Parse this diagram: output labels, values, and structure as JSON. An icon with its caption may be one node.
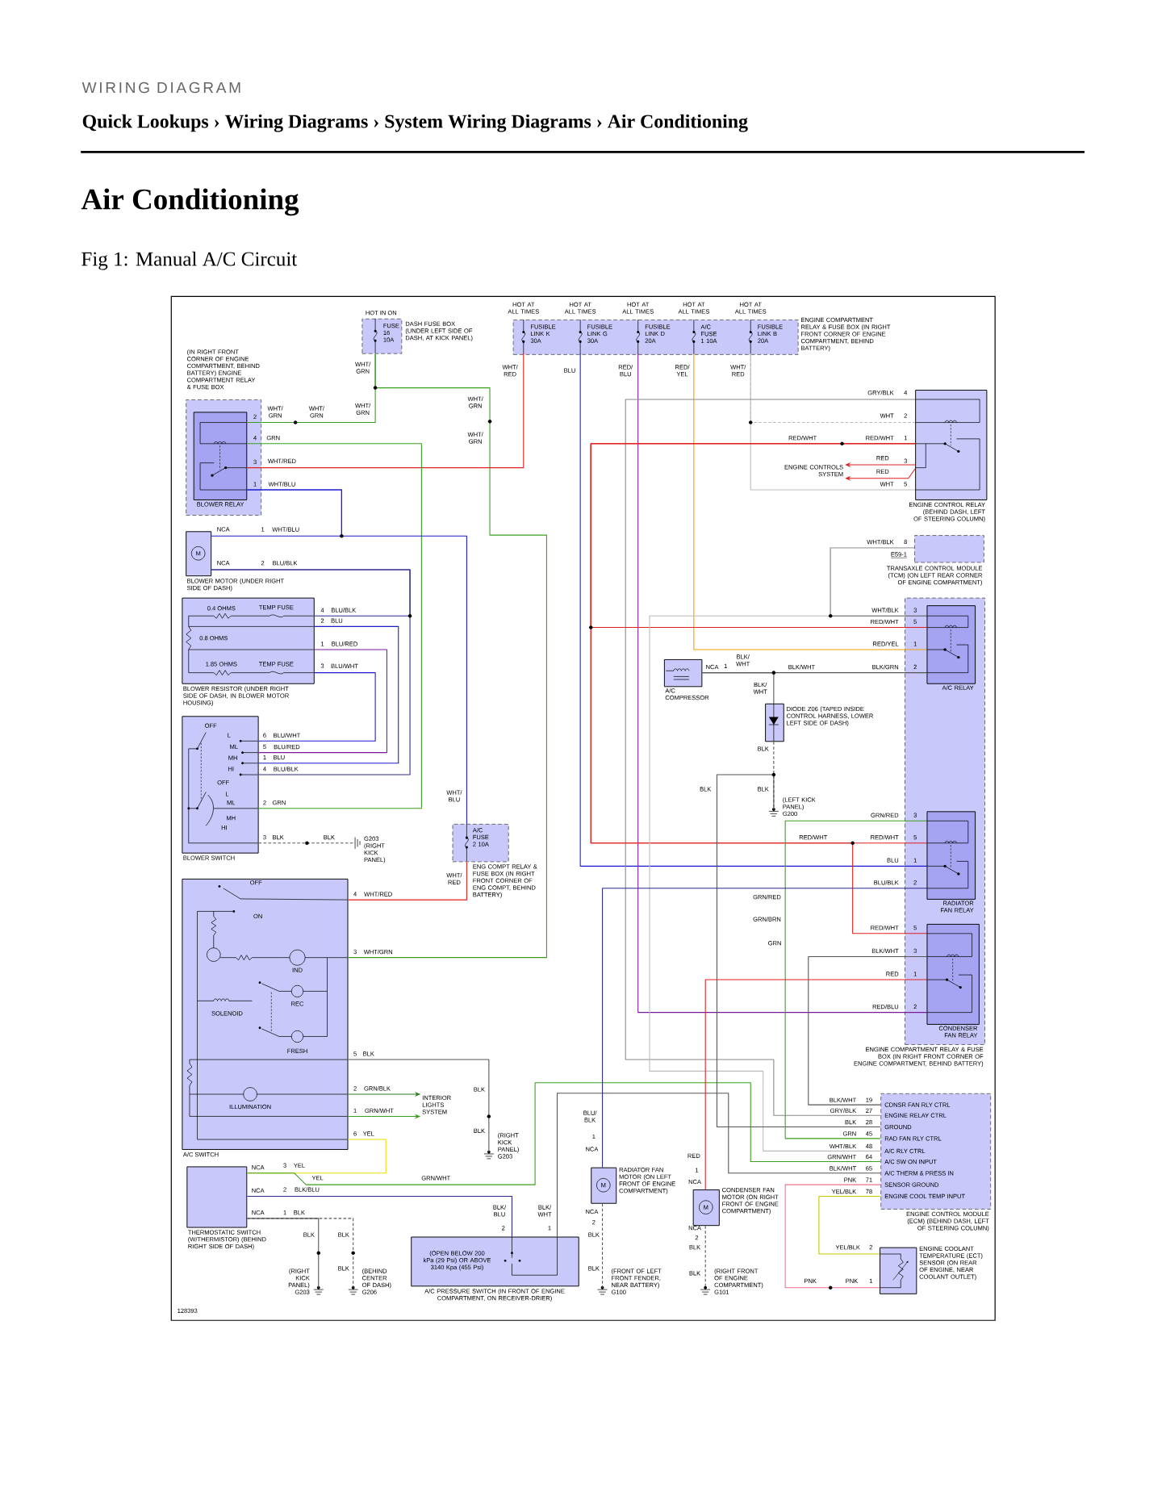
{
  "diagram": {
    "title": "Air Conditioning",
    "caption": "Fig 1: Manual A/C Circuit",
    "nodes": [
      {
        "text": [
          "FUSE 16 10A",
          "DASH FUSE BOX (UNDER LEFT SIDE OF DASH, AT KICK PANEL)"
        ],
        "beside": [
          "HOT IN ON"
        ]
      },
      {
        "text": [
          "ENGINE COMPARTMENT RELAY & FUSE BOX (IN RIGHT FRONT CORNER OF ENGINE COMPARTMENT, BEHIND BATTERY)"
        ]
      },
      {
        "text": [
          "FUSIBLE LINK K 30A"
        ],
        "in": 1,
        "beside": [
          "HOT AT ALL TIMES"
        ]
      },
      {
        "text": [
          "FUSIBLE LINK G 30A"
        ],
        "in": 1,
        "beside": [
          "HOT AT ALL TIMES"
        ]
      },
      {
        "text": [
          "FUSIBLE LINK D 20A"
        ],
        "in": 1,
        "beside": [
          "HOT AT ALL TIMES"
        ]
      },
      {
        "text": [
          "A/C FUSE 1 10A"
        ],
        "in": 1,
        "beside": [
          "HOT AT ALL TIMES"
        ]
      },
      {
        "text": [
          "FUSIBLE LINK B 20A"
        ],
        "in": 1,
        "beside": [
          "HOT AT ALL TIMES"
        ]
      },
      {
        "text": [
          "(IN RIGHT FRONT CORNER OF ENGINE COMPARTMENT, BEHIND BATTERY) ENGINE COMPARTMENT RELAY & FUSE BOX"
        ]
      },
      {
        "text": [
          "BLOWER RELAY"
        ],
        "in": 7
      },
      {
        "text": [
          "M",
          "BLOWER MOTOR (UNDER RIGHT SIDE OF DASH)"
        ]
      },
      {
        "text": [
          "0.4 OHMS",
          "TEMP FUSE",
          "0.8 OHMS",
          "1.85 OHMS",
          "TEMP FUSE",
          "BLOWER RESISTOR (UNDER RIGHT SIDE OF DASH, IN BLOWER MOTOR HOUSING)"
        ]
      },
      {
        "text": [
          "OFF",
          "L",
          "ML",
          "MH",
          "HI",
          "OFF",
          "L",
          "ML",
          "MH",
          "HI",
          "BLOWER SWITCH"
        ]
      },
      {
        "text": [
          "A/C FUSE 2 10A",
          "ENG COMPT RELAY & FUSE BOX (IN RIGHT FRONT CORNER OF ENG COMPT, BEHIND BATTERY)"
        ]
      },
      {
        "text": [
          "OFF",
          "ON",
          "IND",
          "REC",
          "SOLENOID",
          "FRESH",
          "ILLUMINATION",
          "A/C SWITCH"
        ]
      },
      {
        "text": [
          "THERMOSTATIC SWITCH (W/THERMISTOR) (BEHIND RIGHT SIDE OF DASH)"
        ]
      },
      {
        "text": [
          "(OPEN BELOW 200 kPa (29 Psi) OR ABOVE 3140 Kpa (455 Psi)",
          "A/C PRESSURE SWITCH (IN FRONT OF ENGINE COMPARTMENT, ON RECEIVER-DRIER)"
        ]
      },
      {
        "text": [
          "INTERIOR LIGHTS SYSTEM"
        ]
      },
      {
        "text": [
          "G203",
          "(RIGHT KICK PANEL)"
        ]
      },
      {
        "text": [
          "(RIGHT KICK PANEL)",
          "G203"
        ]
      },
      {
        "text": [
          "(RIGHT KICK PANEL)",
          "G203"
        ]
      },
      {
        "text": [
          "(BEHIND CENTER OF DASH)",
          "G206"
        ]
      },
      {
        "text": [
          "ENGINE CONTROL RELAY (BEHIND DASH, LEFT OF STEERING COLUMN)"
        ]
      },
      {
        "text": [
          "ENGINE CONTROLS SYSTEM"
        ]
      },
      {
        "text": [
          "TRANSAXLE CONTROL MODULE (TCM) (ON LEFT REAR CORNER OF ENGINE COMPARTMENT)"
        ]
      },
      {
        "text": [
          "ENGINE COMPARTMENT RELAY & FUSE BOX (IN RIGHT FRONT CORNER OF ENGINE COMPARTMENT, BEHIND BATTERY)"
        ]
      },
      {
        "text": [
          "A/C RELAY"
        ],
        "in": 24
      },
      {
        "text": [
          "RADIATOR FAN RELAY"
        ],
        "in": 24
      },
      {
        "text": [
          "CONDENSER FAN RELAY"
        ],
        "in": 24
      },
      {
        "text": [
          "A/C COMPRESSOR"
        ]
      },
      {
        "text": [
          "DIODE Z06 (TAPED INSIDE CONTROL HARNESS, LOWER LEFT SIDE OF DASH)"
        ]
      },
      {
        "text": [
          "(LEFT KICK PANEL)",
          "G200"
        ]
      },
      {
        "text": [
          "M",
          "RADIATOR FAN MOTOR (ON LEFT FRONT OF ENGINE COMPARTMENT)"
        ]
      },
      {
        "text": [
          "(FRONT OF LEFT FRONT FENDER, NEAR BATTERY)",
          "G100"
        ]
      },
      {
        "text": [
          "M",
          "CONDENSER FAN MOTOR (ON RIGHT FRONT OF ENGINE COMPARTMENT)"
        ]
      },
      {
        "text": [
          "(RIGHT FRONT OF ENGINE COMPARTMENT)",
          "G101"
        ]
      },
      {
        "text": [
          "CDNSR FAN RLY CTRL",
          "ENGINE RELAY CTRL",
          "GROUND",
          "RAD FAN RLY CTRL",
          "A/C RLY CTRL",
          "A/C SW ON INPUT",
          "A/C THERM & PRESS IN",
          "SENSOR GROUND",
          "ENGINE COOL TEMP INPUT",
          "ENGINE CONTROL MODULE (ECM) (BEHIND DASH, LEFT OF STEERING COLUMN)"
        ]
      },
      {
        "text": [
          "ENGINE COOLANT TEMPERATURE (ECT) SENSOR (ON REAR OF ENGINE, NEAR COOLANT OUTLET)"
        ]
      }
    ],
    "edges": [
      {
        "from": 0,
        "to": 8,
        "arrow": "none",
        "color": "#3a9e1e"
      },
      {
        "from": 0,
        "to": 13,
        "arrow": "none",
        "color": "#3a9e1e"
      },
      {
        "from": 2,
        "to": 8,
        "arrow": "none",
        "color": "#e02020"
      },
      {
        "from": 8,
        "to": 11,
        "arrow": "none",
        "color": "#3a9e1e"
      },
      {
        "from": 8,
        "to": 9,
        "arrow": "none",
        "color": "#1a1ad0"
      },
      {
        "from": 8,
        "to": 12,
        "arrow": "none",
        "color": "#1a1ad0"
      },
      {
        "from": 9,
        "to": 10,
        "arrow": "none",
        "color": "#2a2a90"
      },
      {
        "from": 9,
        "to": 11,
        "arrow": "none",
        "color": "#2a2a90"
      },
      {
        "from": 10,
        "to": 11,
        "arrow": "none",
        "color": "#1a1ad0"
      },
      {
        "from": 10,
        "to": 11,
        "arrow": "none",
        "color": "#7a1a9a"
      },
      {
        "from": 10,
        "to": 11,
        "arrow": "none",
        "color": "#1a1ad0"
      },
      {
        "from": 11,
        "to": 17,
        "arrow": "none",
        "style": "dashed"
      },
      {
        "from": 12,
        "to": 13,
        "arrow": "none",
        "color": "#e02020"
      },
      {
        "from": 13,
        "to": 18,
        "arrow": "none"
      },
      {
        "from": 13,
        "to": 16,
        "arrow": "to",
        "color": "#2a7a1a"
      },
      {
        "from": 13,
        "to": 16,
        "arrow": "to",
        "color": "#3a9e1e"
      },
      {
        "from": 13,
        "to": 14,
        "arrow": "none",
        "color": "#f0e000"
      },
      {
        "from": 14,
        "to": 35,
        "arrow": "none",
        "color": "#3a9e1e"
      },
      {
        "from": 14,
        "to": 15,
        "arrow": "none",
        "color": "#2a2a90"
      },
      {
        "from": 14,
        "to": 19,
        "arrow": "none"
      },
      {
        "from": 14,
        "to": 20,
        "arrow": "none",
        "style": "dashed"
      },
      {
        "from": 15,
        "to": 35,
        "arrow": "none"
      },
      {
        "from": 3,
        "to": 26,
        "arrow": "none",
        "color": "#1a1ad0"
      },
      {
        "from": 4,
        "to": 27,
        "arrow": "none",
        "color": "#7a1a9a"
      },
      {
        "from": 5,
        "to": 25,
        "arrow": "none",
        "color": "#f0a000"
      },
      {
        "from": 6,
        "to": 21,
        "arrow": "none",
        "color": "#bbbbbb",
        "style": "dashed"
      },
      {
        "from": 6,
        "to": 21,
        "arrow": "none",
        "color": "#bbbbbb"
      },
      {
        "from": 21,
        "to": 35,
        "arrow": "none",
        "color": "#888888"
      },
      {
        "from": 21,
        "to": 25,
        "arrow": "none",
        "color": "#e02020"
      },
      {
        "from": 21,
        "to": 26,
        "arrow": "none",
        "color": "#e02020"
      },
      {
        "from": 21,
        "to": 27,
        "arrow": "none",
        "color": "#e02020"
      },
      {
        "from": 21,
        "to": 22,
        "arrow": "to",
        "color": "#e02020"
      },
      {
        "from": 21,
        "to": 22,
        "arrow": "to",
        "color": "#e02020"
      },
      {
        "from": 23,
        "to": 25,
        "arrow": "none"
      },
      {
        "from": 23,
        "to": 35,
        "arrow": "none",
        "color": "#bbbbbb"
      },
      {
        "from": 28,
        "to": 25,
        "arrow": "none"
      },
      {
        "from": 28,
        "to": 29,
        "arrow": "none"
      },
      {
        "from": 29,
        "to": 30,
        "arrow": "none",
        "style": "dashed"
      },
      {
        "from": 35,
        "to": 30,
        "arrow": "none"
      },
      {
        "from": 26,
        "to": 35,
        "arrow": "none",
        "color": "#3a9e1e"
      },
      {
        "from": 26,
        "to": 31,
        "arrow": "none",
        "color": "#2a2a90"
      },
      {
        "from": 27,
        "to": 35,
        "arrow": "none"
      },
      {
        "from": 27,
        "to": 33,
        "arrow": "none",
        "color": "#e02020"
      },
      {
        "from": 31,
        "to": 32,
        "arrow": "none",
        "style": "dashed"
      },
      {
        "from": 33,
        "to": 34,
        "arrow": "none",
        "style": "dashed"
      },
      {
        "from": 35,
        "to": 36,
        "arrow": "none",
        "color": "#f07090"
      },
      {
        "from": 35,
        "to": 36,
        "arrow": "none",
        "color": "#c8c800"
      }
    ],
    "labels": [
      "WIRING DIAGRAM",
      "Quick Lookups › Wiring Diagrams › System Wiring Diagrams › Air Conditioning",
      "WHT/ GRN",
      "WHT/ RED",
      "BLU",
      "RED/ BLU",
      "RED/ YEL",
      "WHT/ RED",
      "WHT/ GRN",
      "WHT/ GRN",
      "WHT/ GRN",
      "WHT/ GRN",
      "WHT/ GRN",
      "2",
      "4",
      "3",
      "1",
      "GRN",
      "WHT/RED",
      "WHT/BLU",
      "GRY/BLK",
      "4",
      "WHT",
      "2",
      "RED/WHT",
      "RED/WHT",
      "1",
      "RED",
      "3",
      "RED",
      "WHT",
      "5",
      "NCA",
      "1",
      "WHT/BLU",
      "WHT/BLK",
      "8",
      "E59-1",
      "NCA",
      "2",
      "BLU/BLK",
      "4",
      "BLU/BLK",
      "2",
      "BLU",
      "1",
      "BLU/RED",
      "3",
      "BLU/WHT",
      "WHT/BLK",
      "3",
      "RED/WHT",
      "5",
      "RED/YEL",
      "1",
      "BLK/ WHT",
      "NCA",
      "1",
      "BLK/WHT",
      "BLK/GRN",
      "2",
      "BLK/ WHT",
      "BLK",
      "6",
      "BLU/WHT",
      "5",
      "BLU/RED",
      "1",
      "BLU",
      "4",
      "BLU/BLK",
      "2",
      "GRN",
      "3",
      "BLK",
      "BLK",
      "BLK",
      "BLK",
      "WHT/ BLU",
      "GRN/RED",
      "3",
      "RED/WHT",
      "RED/WHT",
      "5",
      "BLU",
      "1",
      "BLU/BLK",
      "2",
      "WHT/ RED",
      "4",
      "WHT/RED",
      "GRN/RED",
      "GRN/BRN",
      "GRN",
      "RED/WHT",
      "5",
      "3",
      "WHT/GRN",
      "BLK/WHT",
      "3",
      "RED",
      "1",
      "RED/BLU",
      "2",
      "5",
      "BLK",
      "2",
      "GRN/BLK",
      "BLK",
      "BLK/WHT",
      "19",
      "GRY/BLK",
      "27",
      "BLK",
      "28",
      "GRN",
      "45",
      "WHT/BLK",
      "48",
      "GRN/WHT",
      "64",
      "BLK/WHT",
      "65",
      "PNK",
      "71",
      "YEL/BLK",
      "78",
      "1",
      "GRN/WHT",
      "BLU/ BLK",
      "6",
      "YEL",
      "BLK",
      "1",
      "NCA",
      "RED",
      "NCA",
      "3",
      "YEL",
      "YEL",
      "GRN/WHT",
      "1",
      "NCA",
      "NCA",
      "2",
      "BLK/BLU",
      "BLK/ BLU",
      "BLK/ WHT",
      "NCA",
      "NCA",
      "NCA",
      "1",
      "BLK",
      "2",
      "BLK",
      "2",
      "BLK",
      "2",
      "1",
      "BLK",
      "BLK",
      "YEL/BLK",
      "2",
      "BLK",
      "BLK",
      "BLK",
      "PNK",
      "PNK",
      "1",
      "128393"
    ]
  }
}
